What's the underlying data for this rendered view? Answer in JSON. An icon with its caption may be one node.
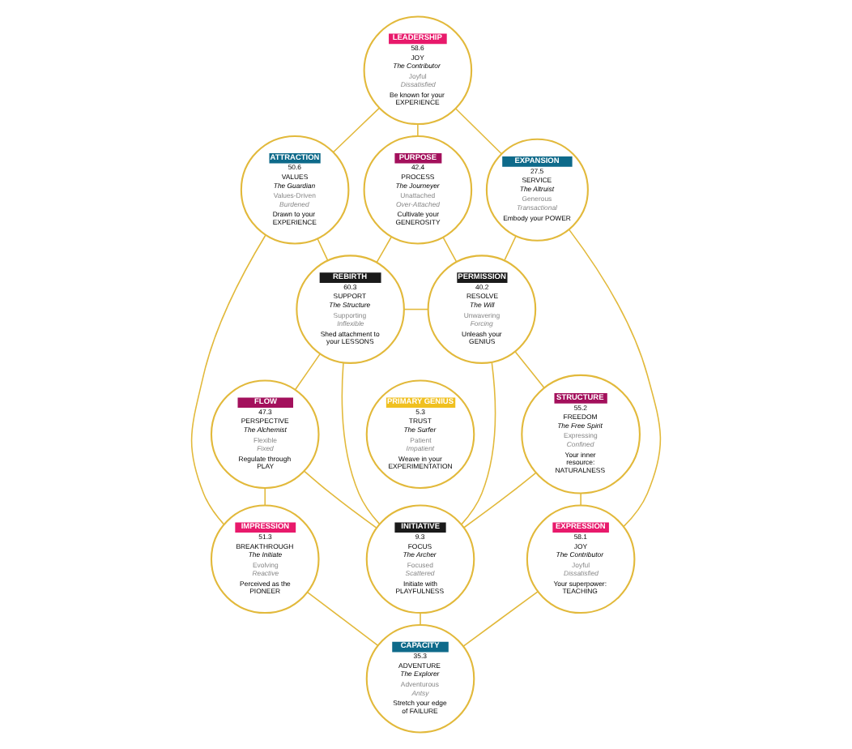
{
  "diagram": {
    "nodes": [
      {
        "text": [
          "LEADERSHIP",
          "58.6",
          "JOY",
          "The Contributor",
          "Joyful",
          "Dissatisfied",
          "Be known for your EXPERIENCE"
        ]
      },
      {
        "text": [
          "ATTRACTION",
          "50.6",
          "VALUES",
          "The Guardian",
          "Values-Driven",
          "Burdened",
          "Drawn to your EXPERIENCE"
        ]
      },
      {
        "text": [
          "PURPOSE",
          "42.4",
          "PROCESS",
          "The Journeyer",
          "Unattached",
          "Over-Attached",
          "Cultivate your GENEROSITY"
        ]
      },
      {
        "text": [
          "EXPANSION",
          "27.5",
          "SERVICE",
          "The Altruist",
          "Generous",
          "Transactional",
          "Embody your POWER"
        ]
      },
      {
        "text": [
          "REBIRTH",
          "60.3",
          "SUPPORT",
          "The Structure",
          "Supporting",
          "Inflexible",
          "Shed attachment to your LESSONS"
        ]
      },
      {
        "text": [
          "PERMISSION",
          "40.2",
          "RESOLVE",
          "The Will",
          "Unwavering",
          "Forcing",
          "Unleash your GENIUS"
        ]
      },
      {
        "text": [
          "PRIMARY GENIUS",
          "5.3",
          "TRUST",
          "The Surfer",
          "Patient",
          "Impatient",
          "Weave in your EXPERIMENTATION"
        ]
      },
      {
        "text": [
          "FLOW",
          "47.3",
          "PERSPECTIVE",
          "The Alchemist",
          "Flexible",
          "Fixed",
          "Regulate through PLAY"
        ]
      },
      {
        "text": [
          "STRUCTURE",
          "55.2",
          "FREEDOM",
          "The Free Spirit",
          "Expressing",
          "Confined",
          "Your inner resource: NATURALNESS"
        ]
      },
      {
        "text": [
          "IMPRESSION",
          "51.3",
          "BREAKTHROUGH",
          "The Initiate",
          "Evolving",
          "Reactive",
          "Perceived as the PIONEER"
        ]
      },
      {
        "text": [
          "INITIATIVE",
          "9.3",
          "FOCUS",
          "The Archer",
          "Focused",
          "Scattered",
          "Initiate with PLAYFULNESS"
        ]
      },
      {
        "text": [
          "EXPRESSION",
          "58.1",
          "JOY",
          "The Contributor",
          "Joyful",
          "Dissatisfied",
          "Your superpower: TEACHING"
        ]
      },
      {
        "text": [
          "CAPACITY",
          "35.3",
          "ADVENTURE",
          "The Explorer",
          "Adventurous",
          "Antsy",
          "Stretch your edge of FAILURE"
        ]
      }
    ],
    "edges": [
      {
        "from": 0,
        "to": 1,
        "arrow": "none"
      },
      {
        "from": 0,
        "to": 2,
        "arrow": "none"
      },
      {
        "from": 0,
        "to": 3,
        "arrow": "none"
      },
      {
        "from": 1,
        "to": 4,
        "arrow": "none"
      },
      {
        "from": 1,
        "to": 9,
        "arrow": "none"
      },
      {
        "from": 2,
        "to": 4,
        "arrow": "none"
      },
      {
        "from": 2,
        "to": 5,
        "arrow": "none"
      },
      {
        "from": 3,
        "to": 5,
        "arrow": "none"
      },
      {
        "from": 3,
        "to": 11,
        "arrow": "none"
      },
      {
        "from": 4,
        "to": 5,
        "arrow": "none"
      },
      {
        "from": 4,
        "to": 7,
        "arrow": "none"
      },
      {
        "from": 4,
        "to": 10,
        "arrow": "none"
      },
      {
        "from": 5,
        "to": 8,
        "arrow": "none"
      },
      {
        "from": 5,
        "to": 10,
        "arrow": "none"
      },
      {
        "from": 7,
        "to": 9,
        "arrow": "none"
      },
      {
        "from": 7,
        "to": 10,
        "arrow": "none"
      },
      {
        "from": 8,
        "to": 10,
        "arrow": "none"
      },
      {
        "from": 8,
        "to": 11,
        "arrow": "none"
      },
      {
        "from": 9,
        "to": 12,
        "arrow": "none"
      },
      {
        "from": 10,
        "to": 12,
        "arrow": "none"
      },
      {
        "from": 11,
        "to": 12,
        "arrow": "none"
      }
    ]
  }
}
